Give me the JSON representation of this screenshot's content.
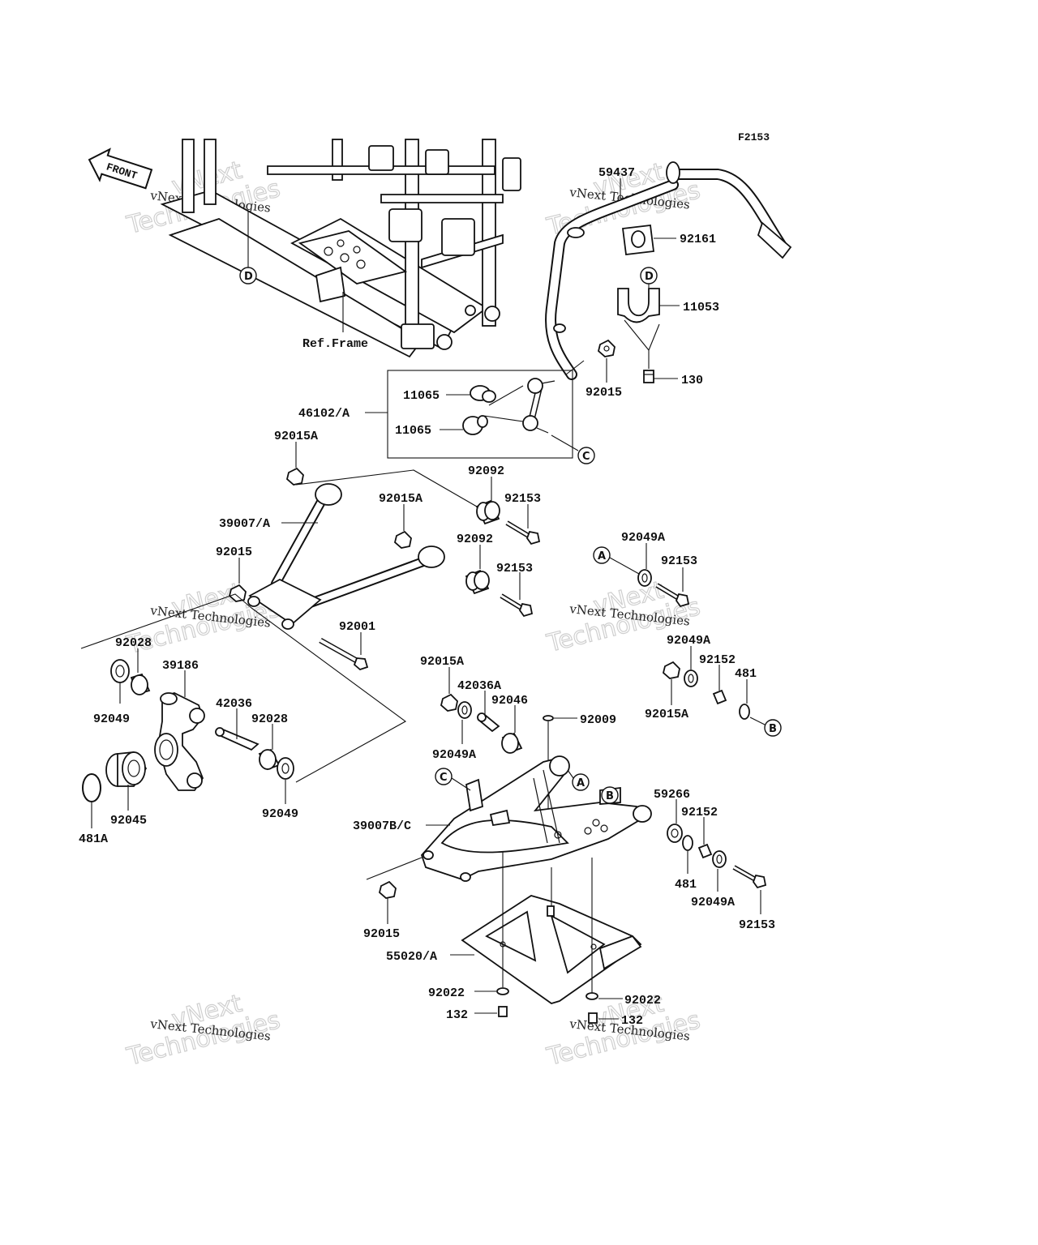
{
  "figure_code": "F2153",
  "front_label": "FRONT",
  "ref_frame_label": "Ref.Frame",
  "watermark": {
    "line1": "vNext",
    "line2": "Technologies",
    "small": "vNext Technologies"
  },
  "callouts": [
    "A",
    "B",
    "C",
    "D"
  ],
  "parts": {
    "p59437": "59437",
    "p92161": "92161",
    "p11053": "11053",
    "p130": "130",
    "p92015_top": "92015",
    "p11065_a": "11065",
    "p11065_b": "11065",
    "p46102A": "46102/A",
    "p92015A_1": "92015A",
    "p92092_1": "92092",
    "p92153_1": "92153",
    "p92015A_2": "92015A",
    "p39007A": "39007/A",
    "p92092_2": "92092",
    "p92153_2": "92153",
    "p92049A_1": "92049A",
    "p92153_3": "92153",
    "p92015_mid": "92015",
    "p92001": "92001",
    "p92028_1": "92028",
    "p39186": "39186",
    "p92049A_2": "92049A",
    "p92152_1": "92152",
    "p481_1": "481",
    "p92015A_3": "92015A",
    "p92015A_4": "92015A",
    "p42036A": "42036A",
    "p92046": "92046",
    "p92049_1": "92049",
    "p42036": "42036",
    "p92028_2": "92028",
    "p92009": "92009",
    "p92049A_3": "92049A",
    "p92045": "92045",
    "p92049_2": "92049",
    "p481A": "481A",
    "p59266": "59266",
    "p92152_2": "92152",
    "p39007BC": "39007B/C",
    "p481_2": "481",
    "p92049A_4": "92049A",
    "p92153_4": "92153",
    "p92015_low": "92015",
    "p55020A": "55020/A",
    "p92022_1": "92022",
    "p92022_2": "92022",
    "p132_1": "132",
    "p132_2": "132"
  }
}
